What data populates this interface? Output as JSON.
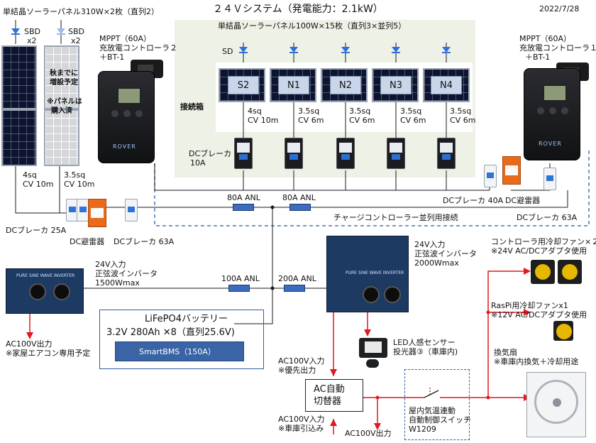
{
  "date": "2022/7/28",
  "system_title": "２４Ｖシステム（発電能力：2.1kW）",
  "left_panel_title": "単結晶ソーラーパネル310W×2枚（直列2）",
  "center_panel_title": "単結晶ソーラーパネル100W×15枚（直列3×並列5）",
  "sbd_label": "SBD",
  "sbd_count": "x2",
  "sd_label": "SD",
  "future_note_1": "秋までに",
  "future_note_2": "増設予定",
  "future_note_3": "※パネルは",
  "future_note_4": "購入済",
  "mppt2_1": "MPPT（60A）",
  "mppt2_2": "充放電コントローラ２",
  "mppt2_3": "＋BT-1",
  "mppt1_1": "MPPT（60A）",
  "mppt1_2": "充放電コントローラ１",
  "mppt1_3": "＋BT-1",
  "mppt_logo": "ROVER",
  "junction_box": "接続箱",
  "strings": [
    "S2",
    "N1",
    "N2",
    "N3",
    "N4"
  ],
  "string_cables": [
    {
      "a": "4sq",
      "b": "CV 10m"
    },
    {
      "a": "3.5sq",
      "b": "CV 6m"
    },
    {
      "a": "3.5sq",
      "b": "CV 6m"
    },
    {
      "a": "3.5sq",
      "b": "CV 6m"
    },
    {
      "a": "3.5sq",
      "b": "CV 6m"
    }
  ],
  "dc_breaker_10a_1": "DCブレーカ",
  "dc_breaker_10a_2": "10A",
  "left_cable_a1": "4sq",
  "left_cable_a2": "CV 10m",
  "left_cable_b1": "3.5sq",
  "left_cable_b2": "CV 10m",
  "dc_breaker_25a": "DCブレーカ 25A",
  "dc_spd_left": "DC避雷器",
  "dc_breaker_63a_left": "DCブレーカ 63A",
  "dc_breaker_40a": "DCブレーカ 40A",
  "dc_spd_right": "DC避雷器",
  "dc_breaker_63a_right": "DCブレーカ 63A",
  "anl_80a_1": "80A ANL",
  "anl_80a_2": "80A ANL",
  "parallel_note": "チャージコントローラー並列用接続",
  "inv_small_1": "24V入力",
  "inv_small_2": "正弦波インバータ",
  "inv_small_3": "1500Wmax",
  "inv_big_1": "24V入力",
  "inv_big_2": "正弦波インバータ",
  "inv_big_3": "2000Wmax",
  "anl_100a": "100A ANL",
  "anl_200a": "200A ANL",
  "inverter_brand_small": "PURE SINE WAVE INVERTER",
  "inverter_brand_big": "PURE SINE WAVE INVERTER",
  "ac_out_left_1": "AC100V出力",
  "ac_out_left_2": "※家屋エアコン専用予定",
  "battery_1": "LiFePO4バッテリー",
  "battery_2": "3.2V  280Ah  ✕8（直列25.6V)",
  "bms": "SmartBMS（150A）",
  "led_1": "LED人感センサー",
  "led_2": "投光器③（車庫内)",
  "ac_in_priority_1": "AC100V入力",
  "ac_in_priority_2": "※優先出力",
  "ats_1": "AC自動",
  "ats_2": "切替器",
  "ac_in_grid_1": "AC100V入力",
  "ac_in_grid_2": "※車庫引込み",
  "ac_out_bottom": "AC100V出力",
  "thermo_1": "屋内気温連動",
  "thermo_2": "自動制御スイッチ",
  "thermo_3": "W1209",
  "fan_ctrl_1": "コントローラ用冷却ファン×２",
  "fan_ctrl_2": "※24V AC/DCアダプタ使用",
  "fan_raspi_1": "RasPi用冷却ファンx1",
  "fan_raspi_2": "※12V AC/DCアダプタ使用",
  "vent_1": "換気扇",
  "vent_2": "※車庫内換気＋冷却用途",
  "colors": {
    "panel_area": "#eef1e6",
    "wire": "#1a1a1a",
    "ac_wire": "#e0191e",
    "dashed": "#4a79b0",
    "bms": "#3a64a5",
    "sd": "#2e6fd8"
  }
}
